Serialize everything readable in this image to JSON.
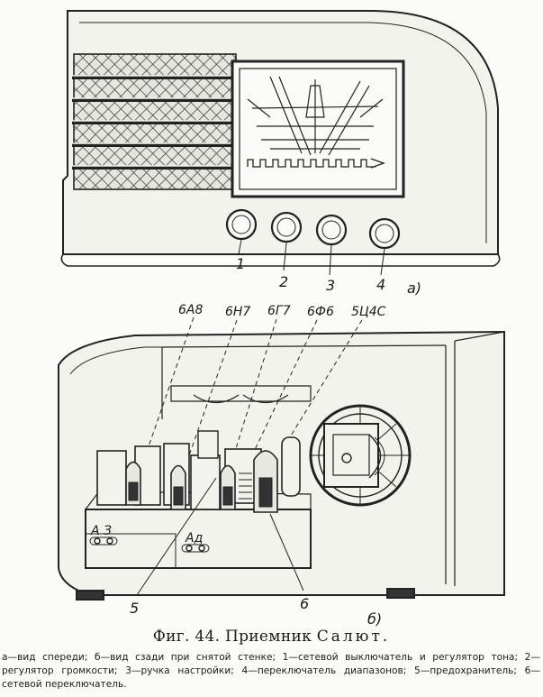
{
  "figure": {
    "front_part_label": "а)",
    "back_part_label": "б)",
    "knob_labels": [
      "1",
      "2",
      "3",
      "4"
    ],
    "tube_labels": [
      "6А8",
      "6Н7",
      "6Г7",
      "6Ф6",
      "5Ц4С"
    ],
    "panel_label_left": "А  З",
    "panel_label_right": "Ад",
    "callout_5": "5",
    "callout_6": "6"
  },
  "caption": {
    "prefix": "Фиг. 44. Приемник ",
    "name": "Салют.",
    "body": "а—вид спереди; б—вид сзади при снятой стенке; 1—сетевой выключатель и регулятор тона; 2—регулятор громкости; 3—ручка настройки; 4—переключатель диапазонов; 5—предохранитель; 6—сетевой переключатель."
  }
}
